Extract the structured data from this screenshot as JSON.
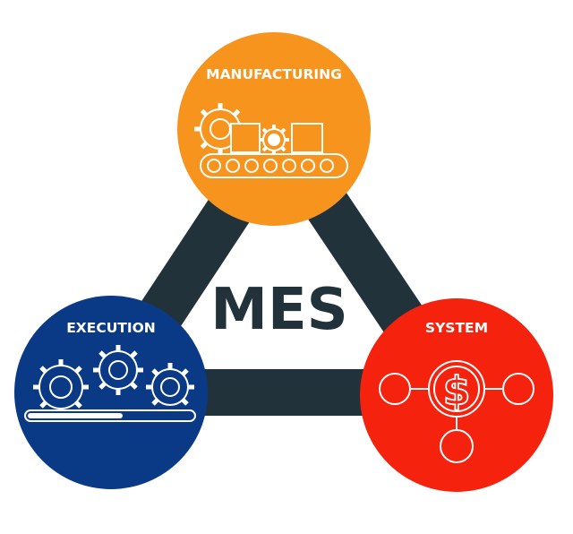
{
  "center": {
    "label": "MES"
  },
  "nodes": {
    "manufacturing": {
      "label": "MANUFACTURING",
      "color": "#f7941d",
      "icon": "gear-conveyor-icon"
    },
    "execution": {
      "label": "EXECUTION",
      "color": "#0a3a85",
      "icon": "gears-progress-icon"
    },
    "system": {
      "label": "SYSTEM",
      "color": "#f5230e",
      "icon": "dollar-network-icon"
    }
  },
  "colors": {
    "triangle": "#22323a",
    "icon_stroke": "#ffffff"
  }
}
